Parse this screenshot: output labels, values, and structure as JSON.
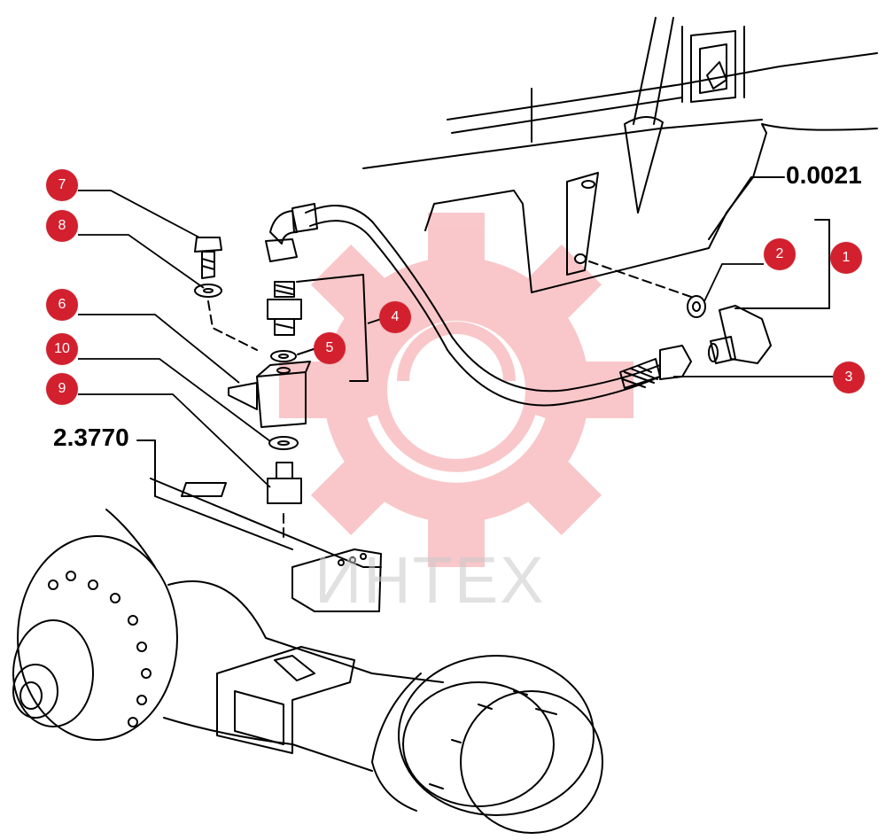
{
  "diagram": {
    "reference_codes": [
      "0.0021",
      "2.3770"
    ],
    "callouts": [
      {
        "number": "1"
      },
      {
        "number": "2"
      },
      {
        "number": "3"
      },
      {
        "number": "4"
      },
      {
        "number": "5"
      },
      {
        "number": "6"
      },
      {
        "number": "7"
      },
      {
        "number": "8"
      },
      {
        "number": "9"
      },
      {
        "number": "10"
      }
    ],
    "callout_color": "#d3202e",
    "line_color": "#000000"
  },
  "watermark": {
    "text": "ИНТЕХ",
    "icon": "gear-logo-icon",
    "color": "#f4a0a4",
    "text_color": "#c9c9c9"
  }
}
